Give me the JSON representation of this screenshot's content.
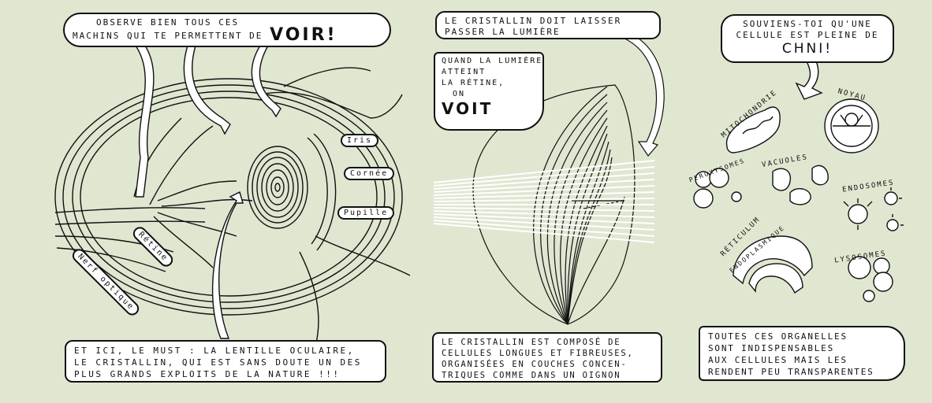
{
  "colors": {
    "background": "#dfe7d1",
    "ink": "#111111",
    "bubble_fill": "#ffffff"
  },
  "panel_eye": {
    "top_bubble": {
      "lines": [
        "Observe bien tous ces",
        "machins qui te permettent de"
      ],
      "emphasis": "Voir!"
    },
    "labels": {
      "iris": "Iris",
      "cornee": "Cornée",
      "pupille": "Pupille",
      "retine": "Rétine",
      "nerf_optique": "Nerf optique"
    },
    "bottom_bubble": {
      "lines": [
        "Et ici, le must : la lentille oculaire,",
        "le cristallin, qui est sans doute un des",
        "plus grands exploits de la nature !!!"
      ]
    }
  },
  "panel_lens": {
    "top_bubble": {
      "lines": [
        "Le cristallin doit laisser",
        "passer la lumière"
      ]
    },
    "side_bubble": {
      "lines": [
        "Quand la lumière",
        "atteint",
        "la rétine,",
        "on"
      ],
      "emphasis": "Voit"
    },
    "bottom_bubble": {
      "lines": [
        "Le cristallin est composé de",
        "cellules longues et fibreuses,",
        "organisées en couches concen-",
        "triques comme dans un oignon"
      ]
    }
  },
  "panel_cell": {
    "top_bubble": {
      "lines": [
        "Souviens-toi qu'une",
        "cellule est pleine de"
      ],
      "emphasis": "Chni!"
    },
    "organelles": {
      "mitochondrie": "Mitochondrie",
      "noyau": "Noyau",
      "peroxysomes": "Peroxysomes",
      "vacuoles": "Vacuoles",
      "endosomes": "Endosomes",
      "reticulum": "Réticulum",
      "endoplasmique": "endoplasmique",
      "lysosomes": "Lysosomes"
    },
    "bottom_bubble": {
      "lines": [
        "Toutes ces organelles",
        "sont indispensables",
        "aux cellules mais les",
        "rendent peu transparentes"
      ]
    }
  }
}
